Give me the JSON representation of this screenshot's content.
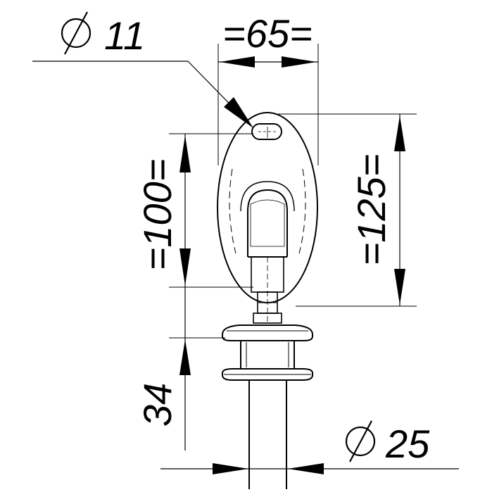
{
  "dimensions": {
    "hole_diameter": "11",
    "flange_width": "=65=",
    "hole_spacing": "=100=",
    "flange_height": "=125=",
    "pipe_length": "34",
    "pipe_diameter": "25"
  },
  "symbols": {
    "diameter": "diameter-symbol"
  }
}
